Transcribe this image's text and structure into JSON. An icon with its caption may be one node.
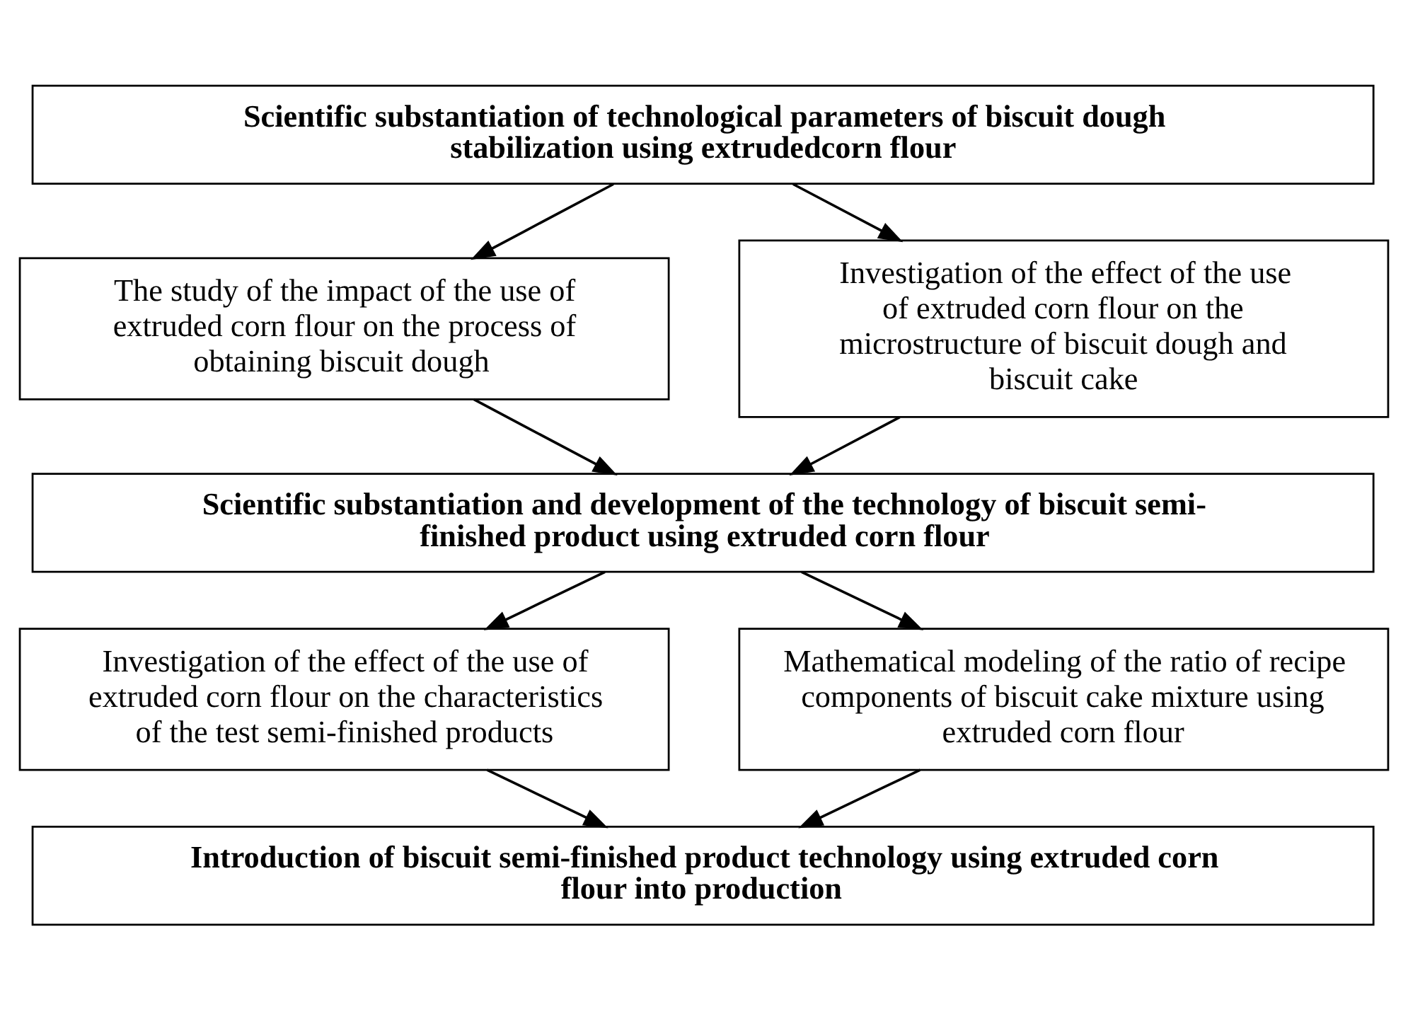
{
  "diagram": {
    "nodes": [
      {
        "text": [
          "Scientific substantiation of technological parameters of biscuit dough stabilization using extrudedcorn flour"
        ]
      },
      {
        "text": [
          "The study of the impact of the use of extruded corn flour on the process of obtaining biscuit dough"
        ]
      },
      {
        "text": [
          "Investigation of the effect of the use of extruded corn flour on the microstructure of biscuit dough and biscuit cake"
        ]
      },
      {
        "text": [
          "Scientific substantiation and development of the technology of biscuit semi-finished product using extruded corn flour"
        ]
      },
      {
        "text": [
          "Investigation of the effect of the use of extruded corn flour on the characteristics of the test semi-finished products"
        ]
      },
      {
        "text": [
          "Mathematical modeling of the ratio of recipe components of biscuit cake mixture using extruded corn flour"
        ]
      },
      {
        "text": [
          "Introduction of biscuit semi-finished product technology using extruded corn flour into production"
        ]
      }
    ],
    "edges": [
      {
        "from": 0,
        "to": 1,
        "arrow": "to"
      },
      {
        "from": 0,
        "to": 2,
        "arrow": "to"
      },
      {
        "from": 1,
        "to": 3,
        "arrow": "to"
      },
      {
        "from": 2,
        "to": 3,
        "arrow": "to"
      },
      {
        "from": 3,
        "to": 4,
        "arrow": "to"
      },
      {
        "from": 3,
        "to": 5,
        "arrow": "to"
      },
      {
        "from": 4,
        "to": 6,
        "arrow": "to"
      },
      {
        "from": 5,
        "to": 6,
        "arrow": "to"
      }
    ]
  }
}
